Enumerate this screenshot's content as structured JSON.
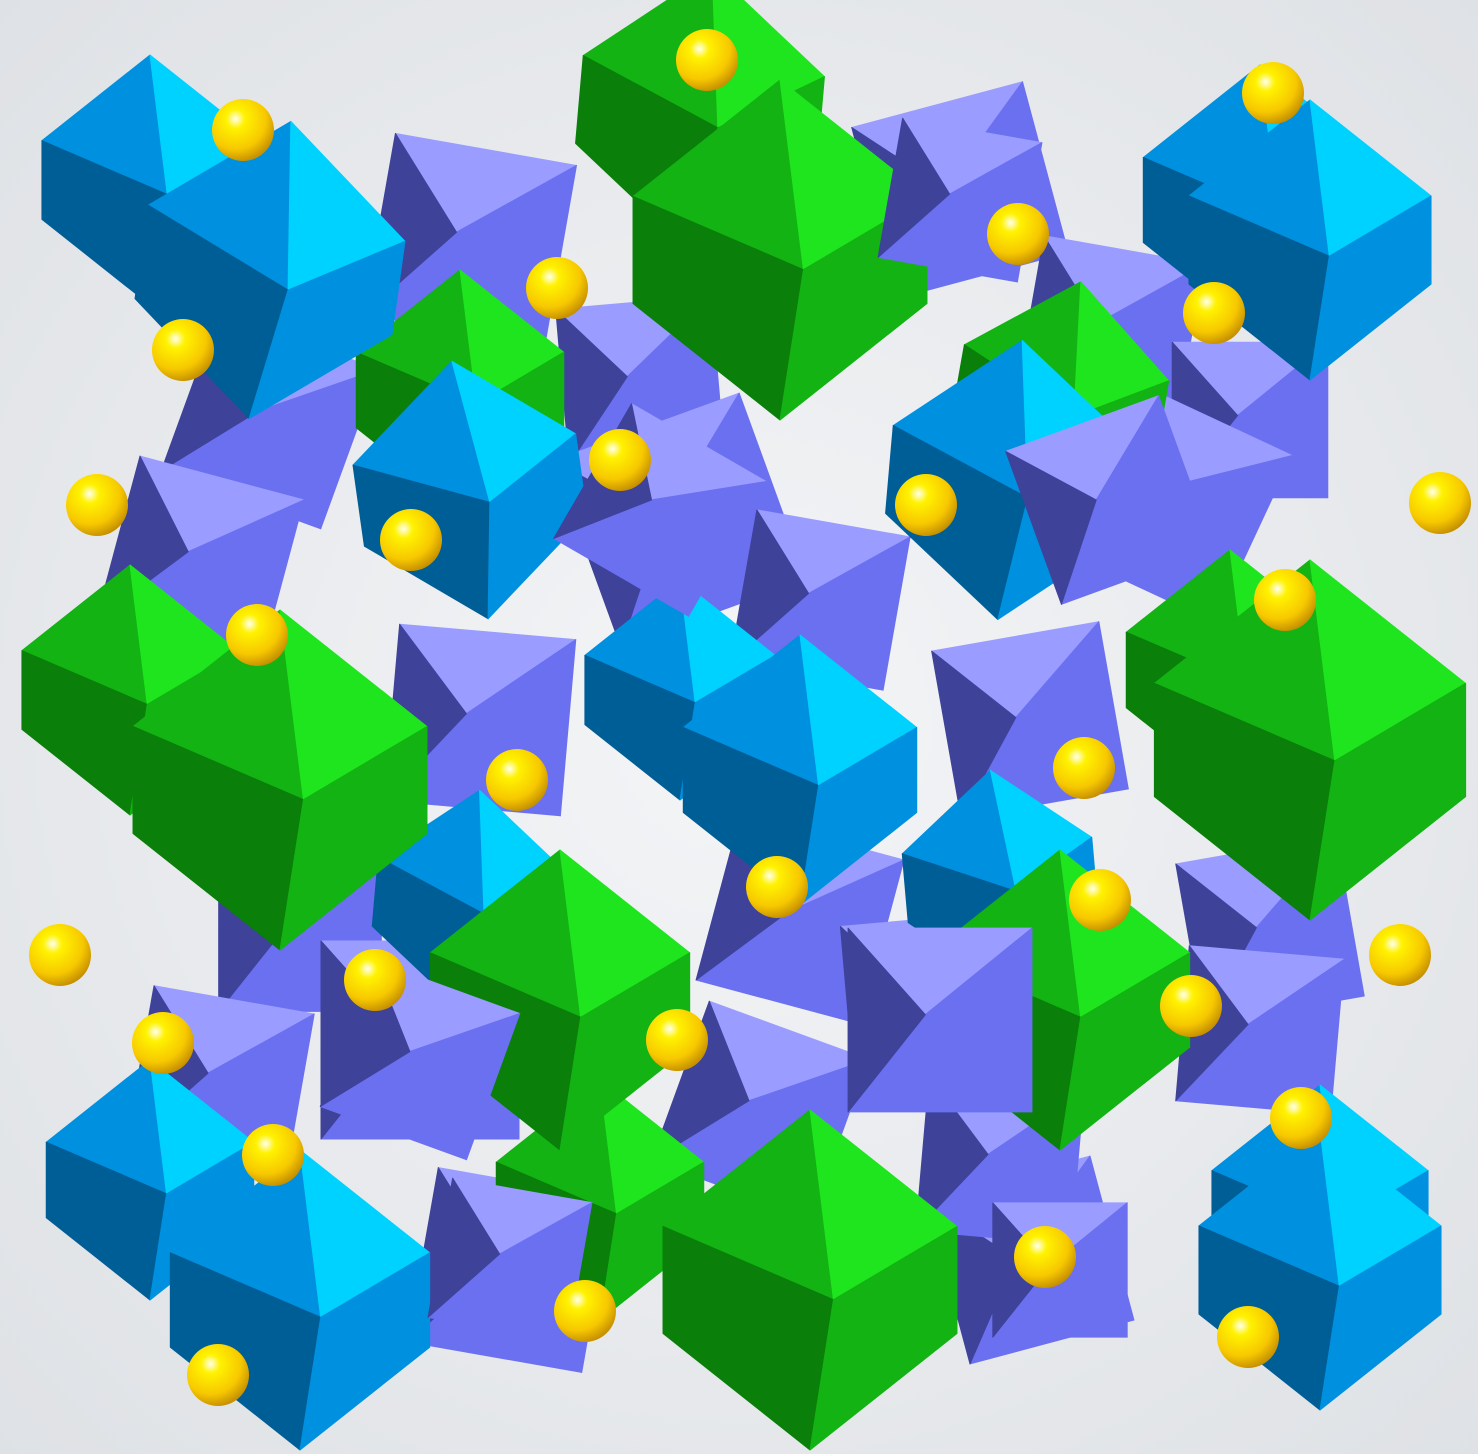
{
  "figure": {
    "description_visible_text": [],
    "polyhedron_kinds": [
      {
        "kind": "octahedron",
        "family": "green",
        "colors": {
          "light": "#1FE51F",
          "mid": "#12B312",
          "dark": "#0A7F0A"
        }
      },
      {
        "kind": "octahedron",
        "family": "cyan",
        "colors": {
          "light": "#00D2FF",
          "mid": "#0090E0",
          "dark": "#005E96"
        }
      },
      {
        "kind": "tetrahedron",
        "family": "violet",
        "colors": {
          "light": "#9A9CFF",
          "mid": "#6A70F0",
          "dark": "#3E4299"
        }
      }
    ],
    "atom": {
      "kind": "sphere",
      "colors": {
        "highlight": "#FFFFF0",
        "light": "#FFF200",
        "mid": "#F7C800",
        "dark": "#C69000"
      }
    },
    "background": {
      "colors": {
        "center": "#F4F5F7",
        "edge": "#DDE0E4"
      }
    }
  }
}
